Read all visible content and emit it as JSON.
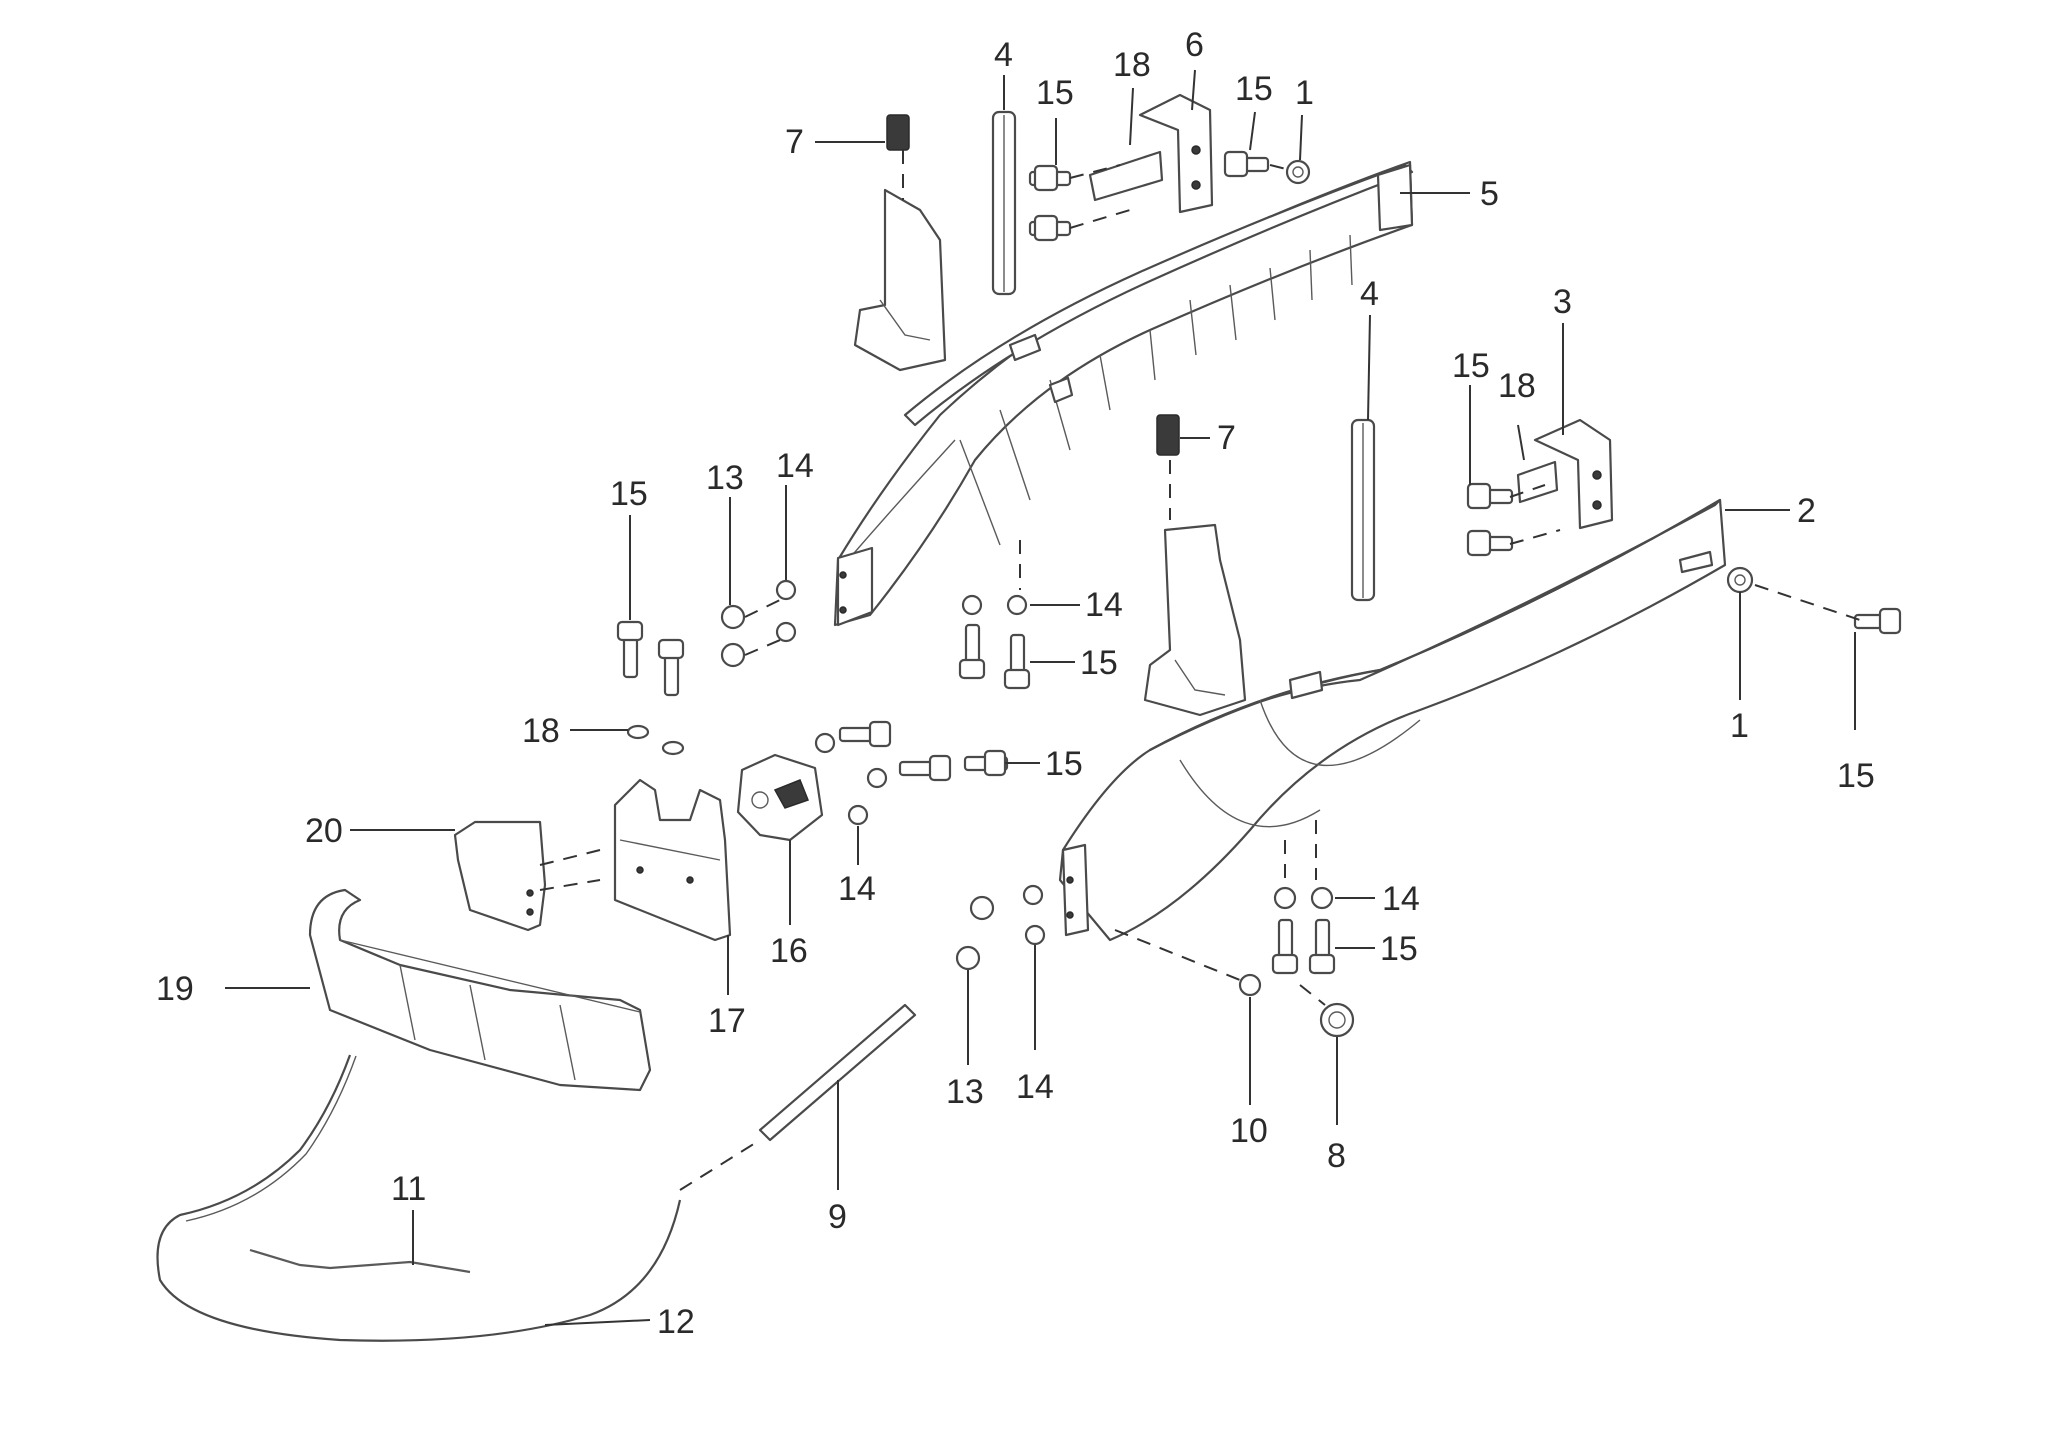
{
  "callouts": [
    {
      "id": "c-15-a",
      "text": "15"
    },
    {
      "id": "c-18-a",
      "text": "18"
    },
    {
      "id": "c-6",
      "text": "6"
    },
    {
      "id": "c-15-b",
      "text": "15"
    },
    {
      "id": "c-1-a",
      "text": "1"
    },
    {
      "id": "c-4-a",
      "text": "4"
    },
    {
      "id": "c-7-a",
      "text": "7"
    },
    {
      "id": "c-5",
      "text": "5"
    },
    {
      "id": "c-4-b",
      "text": "4"
    },
    {
      "id": "c-3",
      "text": "3"
    },
    {
      "id": "c-15-c",
      "text": "15"
    },
    {
      "id": "c-18-b",
      "text": "18"
    },
    {
      "id": "c-7-b",
      "text": "7"
    },
    {
      "id": "c-2",
      "text": "2"
    },
    {
      "id": "c-15-d",
      "text": "15"
    },
    {
      "id": "c-13-a",
      "text": "13"
    },
    {
      "id": "c-14-a",
      "text": "14"
    },
    {
      "id": "c-14-b",
      "text": "14"
    },
    {
      "id": "c-15-e",
      "text": "15"
    },
    {
      "id": "c-1-b",
      "text": "1"
    },
    {
      "id": "c-15-f",
      "text": "15"
    },
    {
      "id": "c-18-c",
      "text": "18"
    },
    {
      "id": "c-15-g",
      "text": "15"
    },
    {
      "id": "c-20",
      "text": "20"
    },
    {
      "id": "c-14-c",
      "text": "14"
    },
    {
      "id": "c-16",
      "text": "16"
    },
    {
      "id": "c-17",
      "text": "17"
    },
    {
      "id": "c-19",
      "text": "19"
    },
    {
      "id": "c-14-d",
      "text": "14"
    },
    {
      "id": "c-15-h",
      "text": "15"
    },
    {
      "id": "c-13-b",
      "text": "13"
    },
    {
      "id": "c-14-e",
      "text": "14"
    },
    {
      "id": "c-10",
      "text": "10"
    },
    {
      "id": "c-8",
      "text": "8"
    },
    {
      "id": "c-9",
      "text": "9"
    },
    {
      "id": "c-11",
      "text": "11"
    },
    {
      "id": "c-12",
      "text": "12"
    }
  ]
}
